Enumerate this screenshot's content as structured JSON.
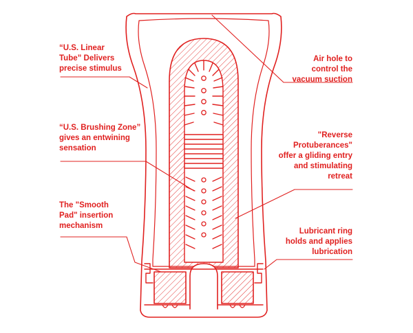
{
  "accent_color": "#e0201f",
  "background_color": "#ffffff",
  "callouts": {
    "linear_tube": "“U.S. Linear\nTube” Delivers\nprecise stimulus",
    "brushing_zone": "“U.S. Brushing Zone”\ngives an entwining\nsensation",
    "smooth_pad": "The \"Smooth\nPad\" insertion\nmechanism",
    "air_hole": "Air hole to\ncontrol the\nvacuum suction",
    "reverse_protuberances": "\"Reverse\nProtuberances\"\noffer a gliding entry\nand stimulating\nretreat",
    "lubricant_ring": "Lubricant ring\nholds and applies\nlubrication"
  }
}
